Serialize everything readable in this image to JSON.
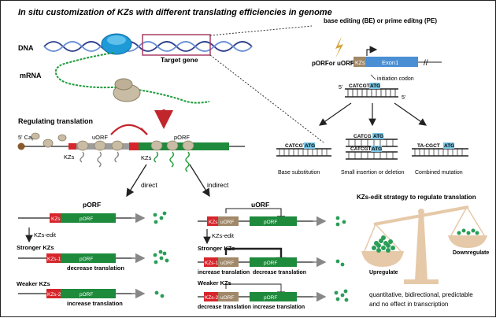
{
  "title": "In situ customization of KZs with different translating efficiencies in genome",
  "labels": {
    "dna": "DNA",
    "mrna": "mRNA",
    "target_gene": "Target gene",
    "regulating_translation": "Regulating translation",
    "cap": "5' Cap",
    "uorf": "uORF",
    "porf": "pORF",
    "kzs": "KZs",
    "direct": "direct",
    "indirect": "indirect"
  },
  "editing": {
    "heading": "base editing (BE) or prime editng (PE)",
    "porf_or_uorf": "pORFor uORF",
    "exon": "Exon1",
    "initiation": "initiation codon",
    "five": "5'",
    "seq_top": "CATCGT",
    "atg": "ATG",
    "outcomes": [
      {
        "label": "Base substitution",
        "seq": "CATCGT"
      },
      {
        "label": "Small insertion or deletion",
        "seq": "CATCGT"
      },
      {
        "label": "Combined mutation",
        "seq": "TA-CGCT"
      }
    ],
    "indel_extra": "CATCG"
  },
  "direct_panel": {
    "title": "pORF",
    "kzs_edit": "KZs-edit",
    "rows": [
      {
        "kz": "KZs",
        "orf": "pORF",
        "caption": ""
      },
      {
        "left": "Stronger KZs",
        "kz": "KZs-1",
        "orf": "pORF",
        "caption": "decrease translation"
      },
      {
        "left": "Weaker KZs",
        "kz": "KZs-2",
        "orf": "pORF",
        "caption": "increase translation"
      }
    ]
  },
  "indirect_panel": {
    "title": "uORF",
    "kzs_edit": "KZs-edit",
    "rows": [
      {
        "kz": "KZs",
        "uorf": "uORF",
        "orf": "pORF",
        "cap_left": "",
        "cap_right": ""
      },
      {
        "left": "Stronger KZs",
        "kz": "KZs-1",
        "uorf": "uORF",
        "orf": "pORF",
        "cap_left": "increase translation",
        "cap_right": "decrease translation"
      },
      {
        "left": "Weaker KZs",
        "kz": "KZs-2",
        "uorf": "uORF",
        "orf": "pORF",
        "cap_left": "decrease translation",
        "cap_right": "increase translation"
      }
    ]
  },
  "strategy": {
    "heading": "KZs-edit strategy to regulate translation",
    "upregulate": "Upregulate",
    "downregulate": "Downregulate",
    "summary1": "quantitative, bidirectional, predictable",
    "summary2": "and no effect in transcription"
  },
  "colors": {
    "orf_green": "#1e8a3c",
    "kz_red": "#d6262c",
    "uorf_tan": "#a08868",
    "dna_blue": "#2c3e8c",
    "ribosome_tan": "#c8bca5",
    "balance": "#e6c9a8",
    "dot_green": "#2a9d57",
    "highlight_blue": "#7ac6e6"
  }
}
